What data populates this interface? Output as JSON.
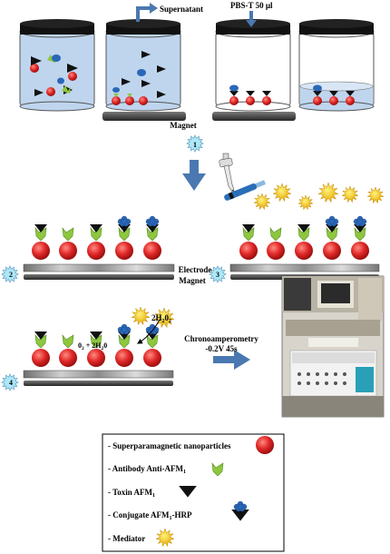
{
  "labels": {
    "supernatant": "Supernatant",
    "pbs": "PBS-T 50 µl",
    "magnet_top": "Magnet",
    "electrode": "Electrode",
    "magnet_mid": "Magnet",
    "h2o2": "2H",
    "h2o2_sub": "2",
    "h2o2_o": "0",
    "h2o2_o_sub": "2",
    "products": "0",
    "products_sub": "2",
    "products_plus": " + 2H",
    "products_sub2": "2",
    "products_end": "0",
    "chrono": "Chronoamperometry",
    "chrono_params": "-0.2V   45s"
  },
  "steps": [
    "1",
    "2",
    "3",
    "4"
  ],
  "legend": [
    {
      "id": "nanoparticle",
      "text": "- Superparamagnetic nanoparticles"
    },
    {
      "id": "antibody",
      "text": "- Antibody Anti-AFM",
      "sub": "1"
    },
    {
      "id": "toxin",
      "text": "- Toxin AFM",
      "sub": "1"
    },
    {
      "id": "conjugate",
      "text": "- Conjugate AFM",
      "sub": "1",
      "tail": "-HRP"
    },
    {
      "id": "mediator",
      "text": "- Mediator"
    }
  ],
  "colors": {
    "particle": "#d42020",
    "antibody": "#8ec63f",
    "hrp": "#2a67b8",
    "mediator": "#f5c400",
    "arrow": "#4a78b0",
    "liquid": "#c5d9f1",
    "star": "#aee8f8"
  }
}
